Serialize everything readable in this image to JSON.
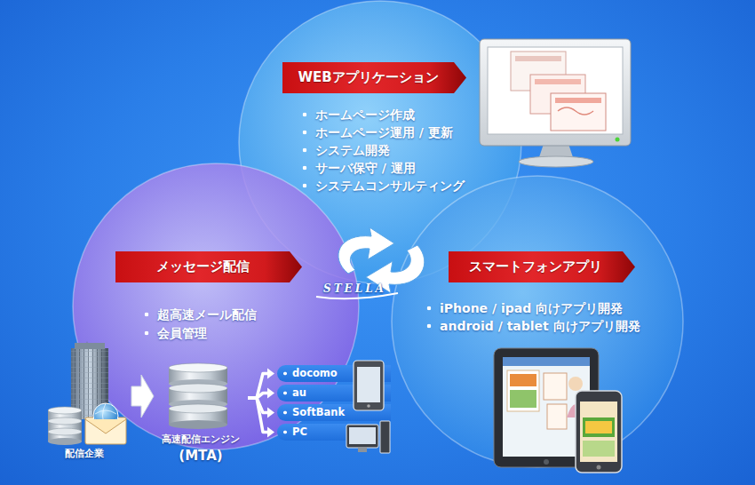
{
  "diagram": {
    "nodes": [
      {
        "text": [
          "WEBアプリケーション",
          "ホームページ作成",
          "ホームページ運用 / 更新",
          "システム開発",
          "サーバ保守 / 運用",
          "システムコンサルティング"
        ]
      },
      {
        "text": [
          "メッセージ配信",
          "超高速メール配信",
          "会員管理"
        ]
      },
      {
        "text": [
          "スマートフォンアプリ",
          "iPhone / ipad 向けアプリ開発",
          "android / tablet 向けアプリ開発"
        ]
      },
      {
        "text": [
          "配信企業"
        ]
      },
      {
        "text": [
          "高速配信エンジン",
          "(MTA)"
        ]
      },
      {
        "text": [
          "docomo"
        ]
      },
      {
        "text": [
          "au"
        ]
      },
      {
        "text": [
          "SoftBank"
        ]
      },
      {
        "text": [
          "PC"
        ]
      }
    ],
    "edges": [
      {
        "from": 3,
        "to": 4,
        "arrow": "to"
      },
      {
        "from": 4,
        "to": 5,
        "arrow": "to"
      },
      {
        "from": 4,
        "to": 6,
        "arrow": "to"
      },
      {
        "from": 4,
        "to": 7,
        "arrow": "to"
      },
      {
        "from": 4,
        "to": 8,
        "arrow": "to"
      }
    ],
    "labels": [
      "STELLA"
    ]
  }
}
